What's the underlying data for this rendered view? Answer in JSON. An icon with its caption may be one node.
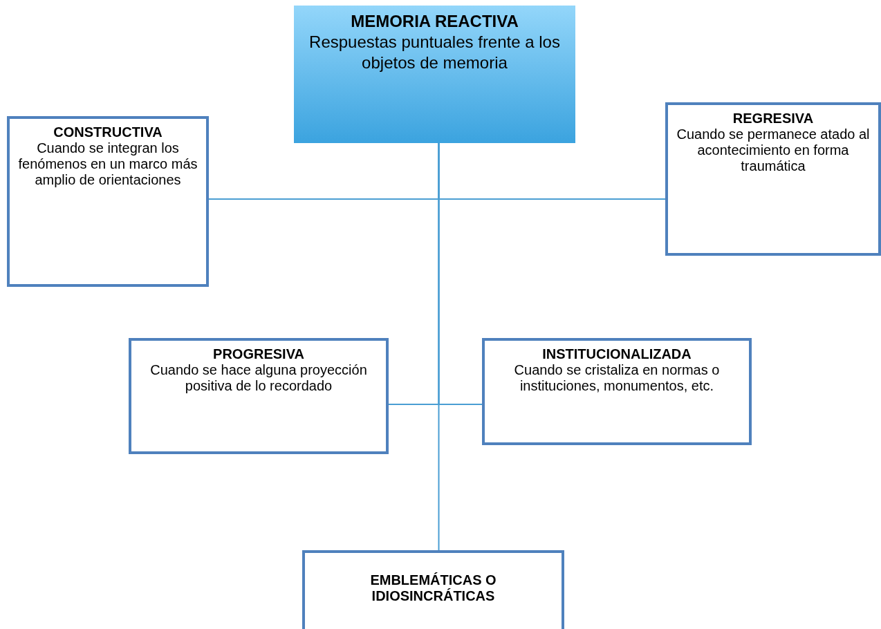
{
  "diagram": {
    "nodes": [
      {
        "text": [
          "MEMORIA REACTIVA",
          "Respuestas puntuales frente a los objetos de memoria"
        ]
      },
      {
        "text": [
          "CONSTRUCTIVA",
          "Cuando se integran los fenómenos en un marco más amplio de orientaciones"
        ]
      },
      {
        "text": [
          "REGRESIVA",
          "Cuando se permanece atado al acontecimiento en forma traumática"
        ]
      },
      {
        "text": [
          "PROGRESIVA",
          "Cuando se hace alguna proyección positiva de lo recordado"
        ]
      },
      {
        "text": [
          "INSTITUCIONALIZADA",
          "Cuando se cristaliza en normas o instituciones, monumentos, etc."
        ]
      },
      {
        "text": [
          "EMBLEMÁTICAS O IDIOSINCRÁTICAS"
        ]
      }
    ],
    "edges": [
      {
        "from": 0,
        "to": 1,
        "arrow": "none"
      },
      {
        "from": 0,
        "to": 2,
        "arrow": "none"
      },
      {
        "from": 0,
        "to": 3,
        "arrow": "none"
      },
      {
        "from": 0,
        "to": 4,
        "arrow": "none"
      },
      {
        "from": 0,
        "to": 5,
        "arrow": "none"
      }
    ]
  }
}
